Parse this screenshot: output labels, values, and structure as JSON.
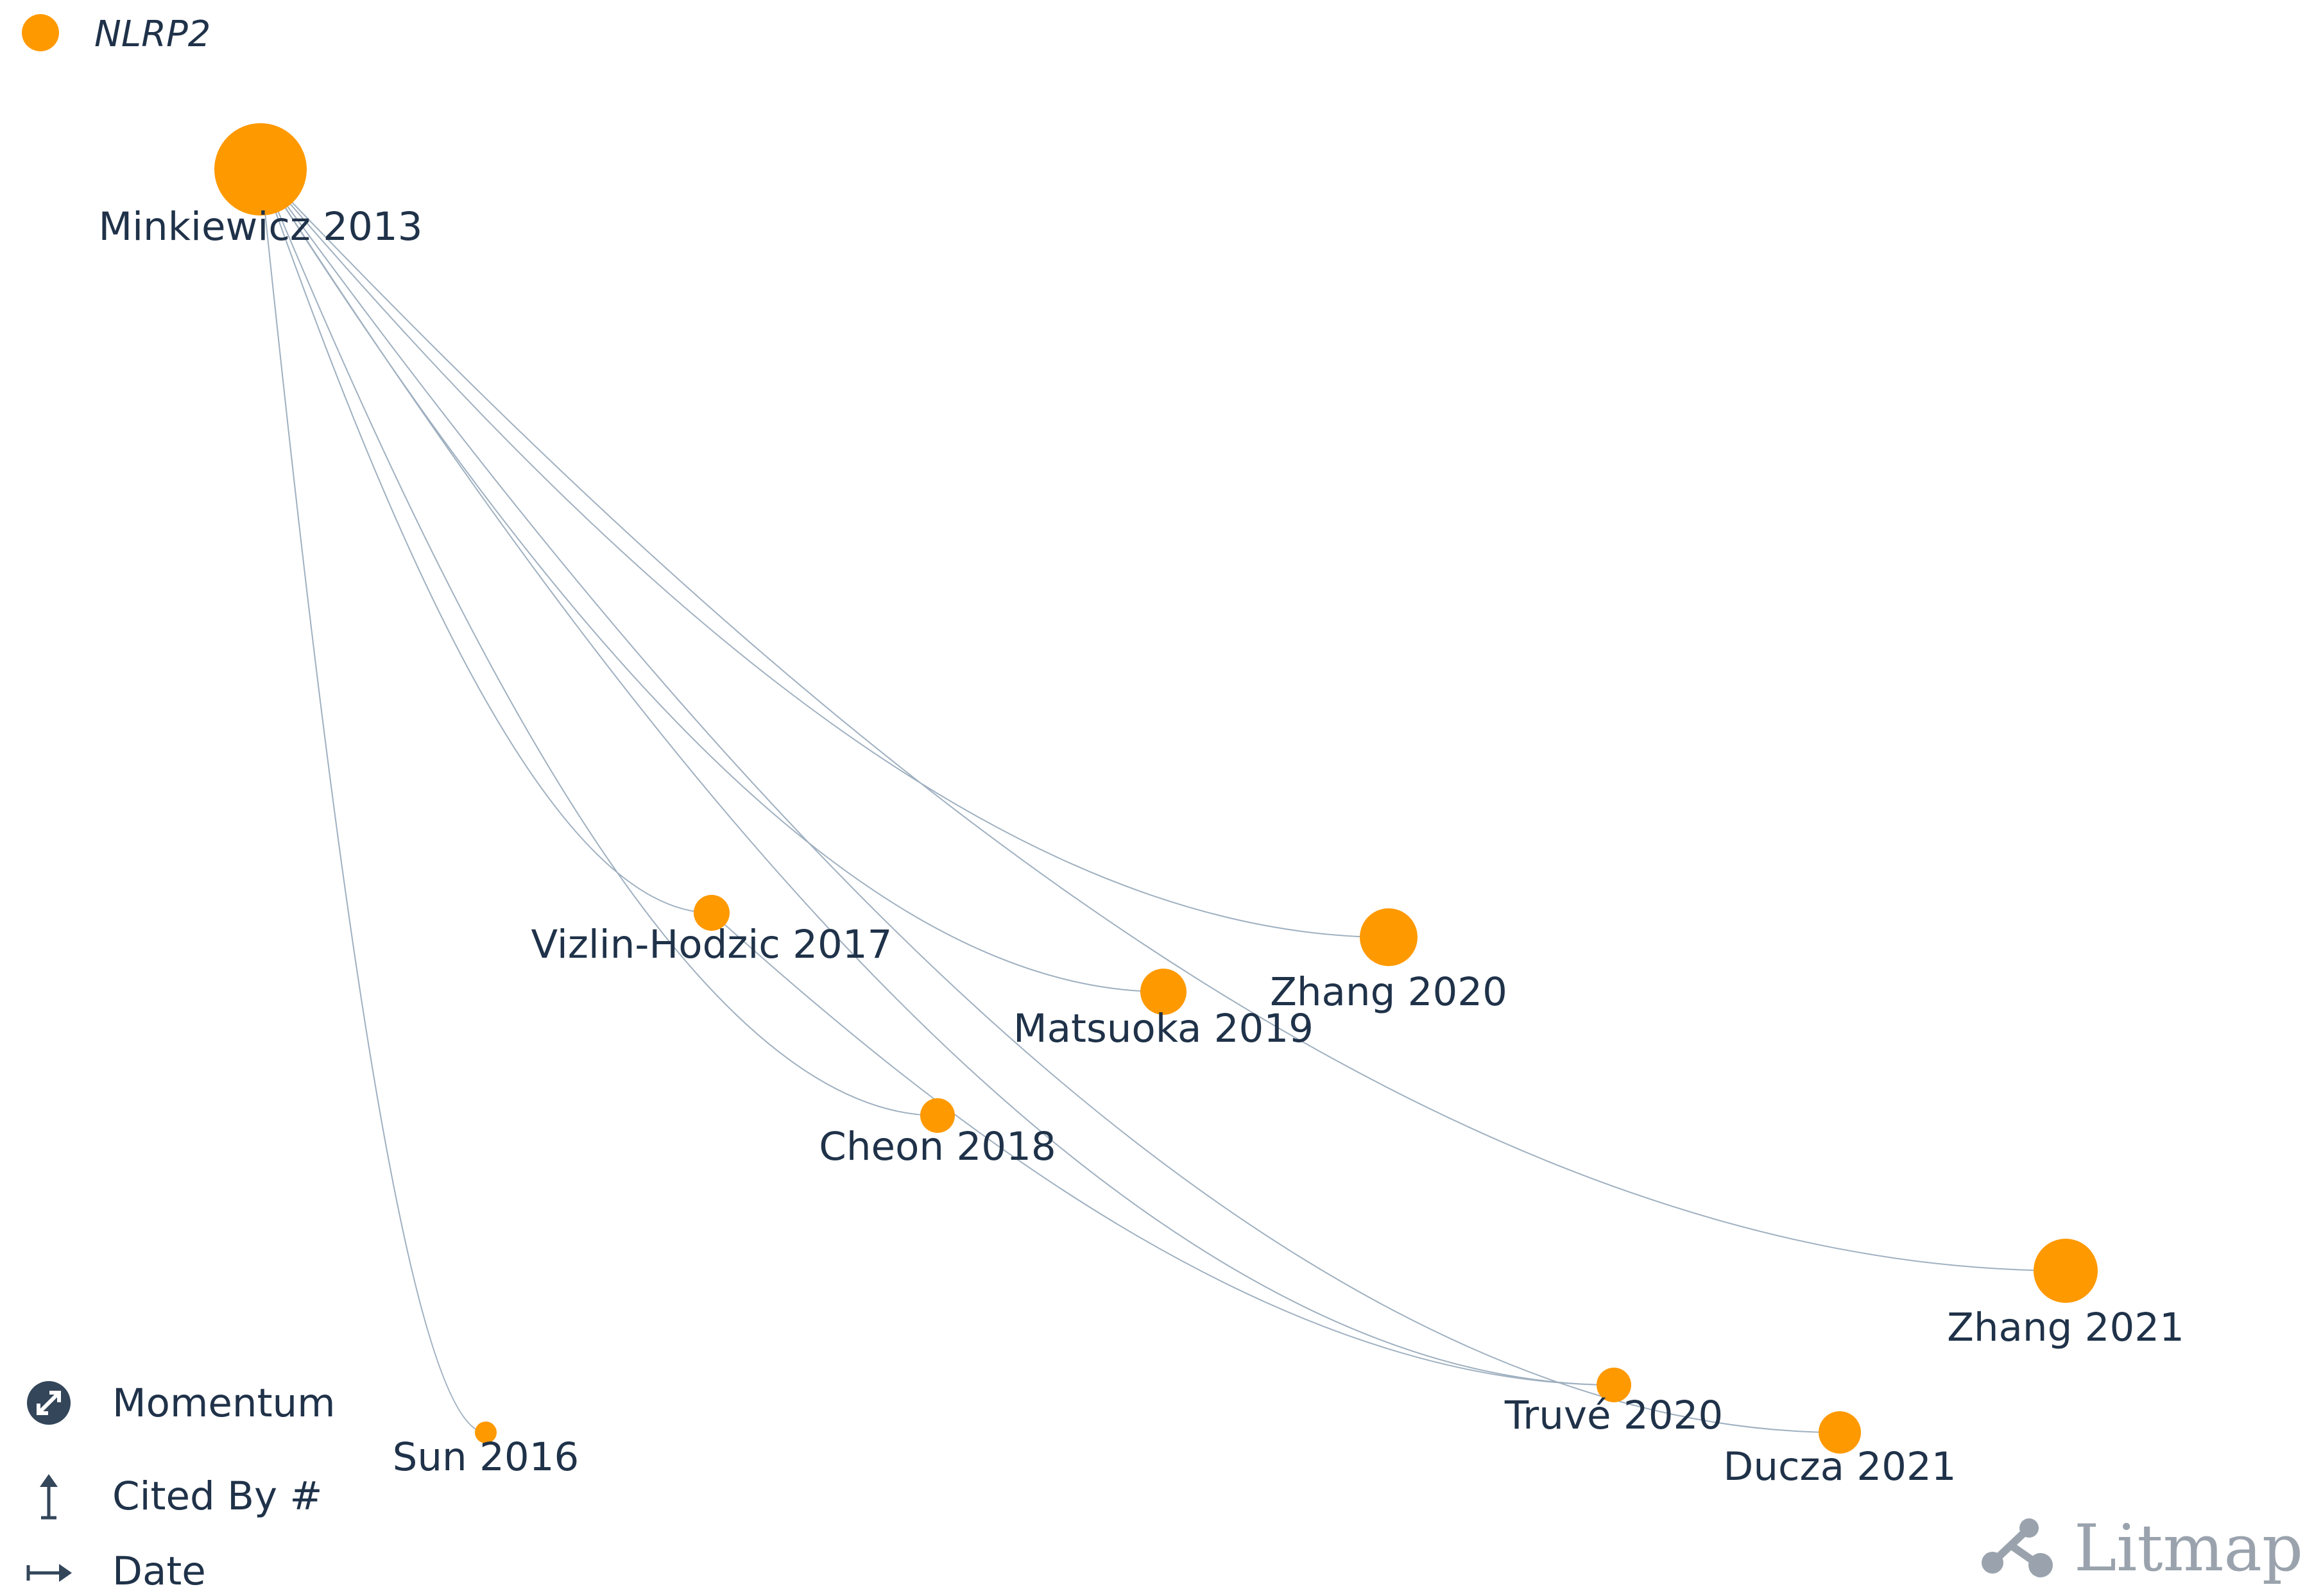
{
  "key": {
    "label": "NLRP2",
    "color": "#ff9900"
  },
  "nodes": [
    {
      "id": "minkiewicz2013",
      "label": "Minkiewicz 2013",
      "size": "large"
    },
    {
      "id": "sun2016",
      "label": "Sun 2016",
      "size": "tiny"
    },
    {
      "id": "vizlinhodzic2017",
      "label": "Vizlin-Hodzic 2017",
      "size": "small"
    },
    {
      "id": "cheon2018",
      "label": "Cheon 2018",
      "size": "small"
    },
    {
      "id": "matsuoka2019",
      "label": "Matsuoka 2019",
      "size": "medium"
    },
    {
      "id": "zhang2020",
      "label": "Zhang 2020",
      "size": "medium-large"
    },
    {
      "id": "truve2020",
      "label": "Truvé 2020",
      "size": "small"
    },
    {
      "id": "ducza2021",
      "label": "Ducza 2021",
      "size": "medium-small"
    },
    {
      "id": "zhang2021",
      "label": "Zhang 2021",
      "size": "medium-large"
    }
  ],
  "edges": [
    {
      "from": "minkiewicz2013",
      "to": "sun2016"
    },
    {
      "from": "minkiewicz2013",
      "to": "vizlinhodzic2017"
    },
    {
      "from": "minkiewicz2013",
      "to": "cheon2018"
    },
    {
      "from": "minkiewicz2013",
      "to": "matsuoka2019"
    },
    {
      "from": "minkiewicz2013",
      "to": "zhang2020"
    },
    {
      "from": "minkiewicz2013",
      "to": "truve2020"
    },
    {
      "from": "minkiewicz2013",
      "to": "ducza2021"
    },
    {
      "from": "minkiewicz2013",
      "to": "zhang2021"
    },
    {
      "from": "vizlinhodzic2017",
      "to": "truve2020"
    }
  ],
  "legend": {
    "momentum": {
      "label": "Momentum",
      "icon": "diagonal-arrows-circle-icon"
    },
    "cited_by": {
      "label": "Cited By #",
      "icon": "vertical-arrow-icon"
    },
    "date": {
      "label": "Date",
      "icon": "horizontal-arrow-icon"
    }
  },
  "brand": {
    "name": "Litmaps",
    "icon": "litmaps-logo-icon"
  }
}
